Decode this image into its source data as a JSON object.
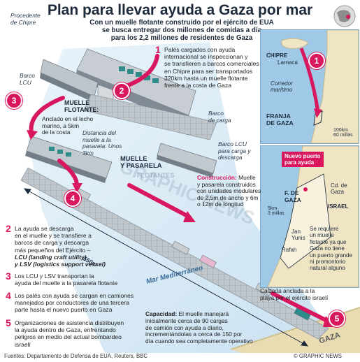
{
  "header": {
    "title": "Plan para llevar ayuda a Gaza por mar",
    "subtitle_lines": [
      "Con un muelle flotante construido por el ejército de EUA",
      "se busca entregar dos millones de comidas a día",
      "para los 2,2 millones de residentes de Gaza"
    ]
  },
  "scene_labels": {
    "procedente": [
      "Procedente",
      "de Chipre"
    ],
    "barco_lcu": [
      "Barco",
      "LCU"
    ],
    "muelle_flotante_title": [
      "MUELLE",
      "FLOTANTE:"
    ],
    "muelle_flotante_desc": [
      "Anclado en el lecho",
      "marino, a 5km",
      "de la costa"
    ],
    "distancia": [
      "Distancia del",
      "muelle a la",
      "pasarela: Unos",
      "3km"
    ],
    "barco_carga": [
      "Barco",
      "de carga"
    ],
    "barco_lcu_carga": [
      "Barco LCU",
      "para carga y",
      "descarga"
    ],
    "muelle_pasarela": [
      "MUELLE",
      "Y PASARELA"
    ],
    "flotantes": "FLOTANTES",
    "construccion_title": "Construcción:",
    "construccion_desc": [
      " Muelle",
      "y pasarela construidos",
      "con unidades modulares",
      "de 2,5m de ancho y 6m",
      "o 12m de longitud"
    ],
    "distance_550": "550m",
    "mar": "Mar Mediterráneo",
    "calzada": [
      "Calzada anclada a la",
      "playa por el ejército israelí"
    ],
    "gaza_coast": "GAZA"
  },
  "steps": [
    {
      "num": "1",
      "lines": [
        "Palés cargados con ayuda",
        "internacional se inspeccionan y",
        "se transfieren a barcos comerciales",
        "en Chipre para ser transportados",
        "320km hasta un muelle flotante",
        "frente a la costa de Gaza"
      ]
    },
    {
      "num": "2",
      "lines": [
        "La ayuda se descarga",
        "en el muelle y se transfiere a",
        "barcos de carga y descarga",
        "más pequeños del Ejército –"
      ],
      "italic": [
        "LCU (landing craft utility)",
        "y LSV (logistics support vessel)"
      ]
    },
    {
      "num": "3",
      "lines": [
        "Los LCU y LSV transportan la",
        "ayuda del muelle a la pasarela flotante"
      ]
    },
    {
      "num": "4",
      "lines": [
        "Los palés con ayuda se cargan en camiones",
        "manejados por conductores de una tercera",
        "parte hasta el nuevo puerto en Gaza"
      ]
    },
    {
      "num": "5",
      "lines": [
        "Organizaciones de asistencia distribuyen",
        "la ayuda dentro de Gaza, enfrentando",
        "peligros en medio del actual bombardeo",
        "israelí"
      ]
    }
  ],
  "capacity": {
    "title": "Capacidad:",
    "lines": [
      " El muelle manejará",
      "inicialmente cerca de 90 cargas",
      "de camión con ayuda a diario,",
      "incrementándolas a cerca de 150 por",
      "día cuando sea completamente operativo"
    ]
  },
  "map_top": {
    "chipre": "CHIPRE",
    "larnaca": "Larnaca",
    "corredor": [
      "Corredor",
      "marítimo"
    ],
    "franja": [
      "FRANJA",
      "DE GAZA"
    ],
    "scale": [
      "100km",
      "60 millas"
    ],
    "badge": "1"
  },
  "map_bottom": {
    "nuevo_puerto": [
      "Nuevo puerto",
      "para ayuda"
    ],
    "f_de_gaza": [
      "F. DE",
      "GAZA"
    ],
    "cd_de_gaza": [
      "Cd. de",
      "Gaza"
    ],
    "israel": "ISRAEL",
    "jan_yunis": [
      "Jan",
      "Yunis"
    ],
    "rafah": "Rafah",
    "scale": [
      "5km",
      "3 millas"
    ],
    "note": [
      "Se requiere",
      "un muelle",
      "flotante ya que",
      "Gaza no tiene",
      "un puerto grande",
      "ni promontorio",
      "natural alguno"
    ]
  },
  "circles": [
    "1",
    "2",
    "3",
    "4",
    "5"
  ],
  "footer": {
    "sources": "Fuentes: Departamento de Defensa de EUA, Reuters, BBC",
    "copyright": "© GRAPHIC NEWS"
  },
  "watermark": "GRAPHIC NEWS",
  "colors": {
    "accent": "#d8175f",
    "sea": "#9fc9e6",
    "navy": "#1d2a3a",
    "land": "#efe4c4"
  }
}
